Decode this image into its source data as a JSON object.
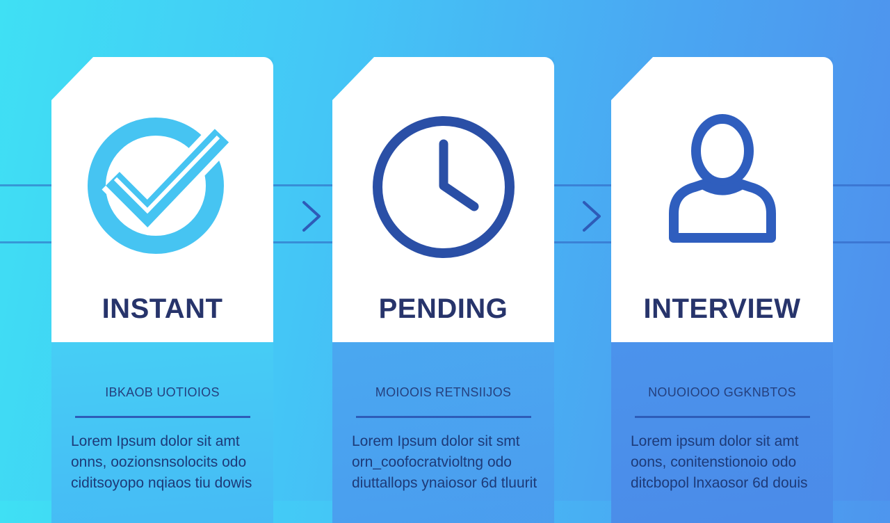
{
  "cards": [
    {
      "title": "INSTANT",
      "subtitle": "IBKAOB UOTIOIOS",
      "body": "Lorem Ipsum dolor sit amt\nonns, oozionsnsolocits odo\nciditsoyopo nqiaos tiu dowis",
      "icon": "check-circle-icon",
      "accent": "#46c4f2"
    },
    {
      "title": "PENDING",
      "subtitle": "MOIOOIS RETNSIIJOS",
      "body": "Lorem Ipsum dolor sit smt\norn_coofocratvioltng odo\ndiuttallops ynaiosor 6d tluurit",
      "icon": "clock-icon",
      "accent": "#2a4fa6"
    },
    {
      "title": "INTERVIEW",
      "subtitle": "NOUOIOOO GGKNBTOS",
      "body": "Lorem ipsum dolor sit amt\noons, conitenstionoio odo\nditcbopol lnxaosor 6d douis",
      "icon": "user-icon",
      "accent": "#2f5ebe"
    }
  ],
  "connectors": [
    "chevron-right-icon",
    "chevron-right-icon"
  ],
  "colors": {
    "title": "#27346b",
    "line": "#2d5cb8"
  }
}
